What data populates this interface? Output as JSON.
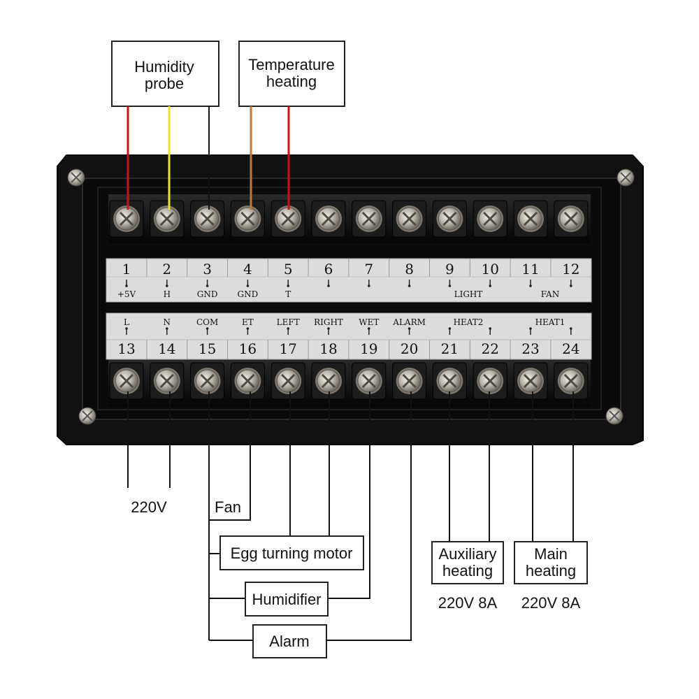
{
  "colors": {
    "housing": "#0d0d0d",
    "label_strip": "#dcdcdc",
    "wire_black": "#111111",
    "wire_red": "#d01010",
    "wire_yellow": "#f2e21a",
    "wire_brown": "#c07a2a",
    "screw": "#b8b4ac"
  },
  "top_labels": {
    "humidity_probe": [
      "Humidity",
      "probe"
    ],
    "temperature_heating": [
      "Temperature",
      "heating"
    ]
  },
  "top_row": {
    "numbers": [
      "1",
      "2",
      "3",
      "4",
      "5",
      "6",
      "7",
      "8",
      "9",
      "10",
      "11",
      "12"
    ],
    "functions": [
      "+5V",
      "H",
      "GND",
      "GND",
      "T",
      "",
      "",
      "",
      "",
      "",
      "",
      ""
    ],
    "group_labels": {
      "light": "LIGHT",
      "fan": "FAN"
    }
  },
  "bottom_row": {
    "numbers": [
      "13",
      "14",
      "15",
      "16",
      "17",
      "18",
      "19",
      "20",
      "21",
      "22",
      "23",
      "24"
    ],
    "functions": [
      "L",
      "N",
      "COM",
      "ET",
      "LEFT",
      "RIGHT",
      "WET",
      "ALARM",
      "",
      "",
      "",
      ""
    ],
    "group_labels": {
      "heat2": "HEAT2",
      "heat1": "HEAT1"
    }
  },
  "bottom_labels": {
    "power": "220V",
    "fan": "Fan",
    "egg_turning_motor": "Egg turning motor",
    "humidifier": "Humidifier",
    "alarm": "Alarm",
    "auxiliary_heating": [
      "Auxiliary",
      "heating"
    ],
    "main_heating": [
      "Main",
      "heating"
    ],
    "aux_rating": "220V 8A",
    "main_rating": "220V 8A"
  }
}
